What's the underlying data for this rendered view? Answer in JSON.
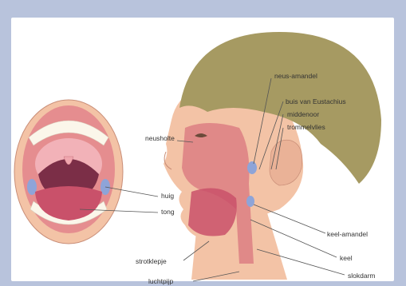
{
  "labels": {
    "neus_amandel": "neus-amandel",
    "buis_van_eustachius": "buis van Eustachius",
    "middenoor": "middenoor",
    "trommelvlies": "trommelvlies",
    "neusholte": "neusholte",
    "huig": "huig",
    "tong": "tong",
    "keel_amandel": "keel-amandel",
    "keel": "keel",
    "strotklepje": "strotklepje",
    "slokdarm": "slokdarm",
    "luchtpijp": "luchtpijp"
  },
  "colors": {
    "background": "#b8c3dc",
    "skin": "#f3c3a6",
    "hair": "#a69a62",
    "tissue": "#d9757e",
    "tonsil": "#8ea4d8"
  }
}
